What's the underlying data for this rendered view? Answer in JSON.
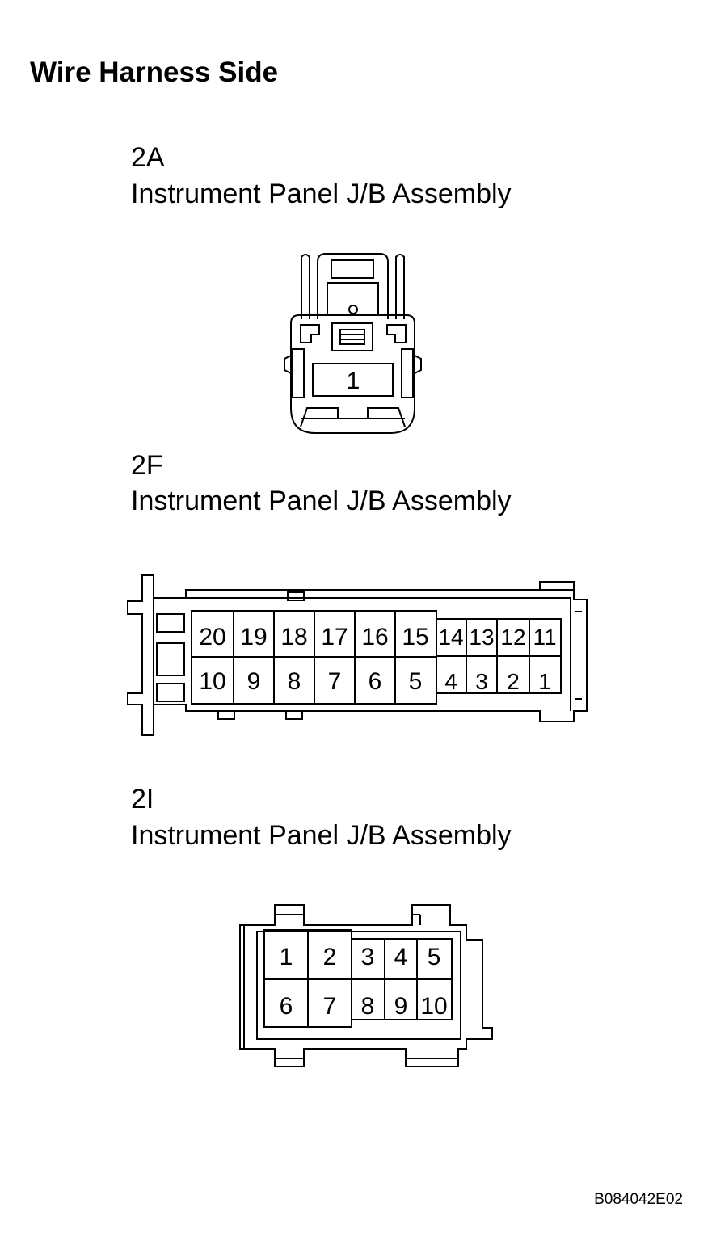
{
  "heading": "Wire Harness Side",
  "connectors": [
    {
      "code": "2A",
      "name": "Instrument Panel J/B Assembly",
      "pins": [
        "1"
      ]
    },
    {
      "code": "2F",
      "name": "Instrument Panel J/B Assembly",
      "pins_top": [
        "20",
        "19",
        "18",
        "17",
        "16",
        "15",
        "14",
        "13",
        "12",
        "11"
      ],
      "pins_bottom": [
        "10",
        "9",
        "8",
        "7",
        "6",
        "5",
        "4",
        "3",
        "2",
        "1"
      ]
    },
    {
      "code": "2I",
      "name": "Instrument Panel J/B Assembly",
      "pins_top": [
        "1",
        "2",
        "3",
        "4",
        "5"
      ],
      "pins_bottom": [
        "6",
        "7",
        "8",
        "9",
        "10"
      ]
    }
  ],
  "reference_code": "B084042E02"
}
